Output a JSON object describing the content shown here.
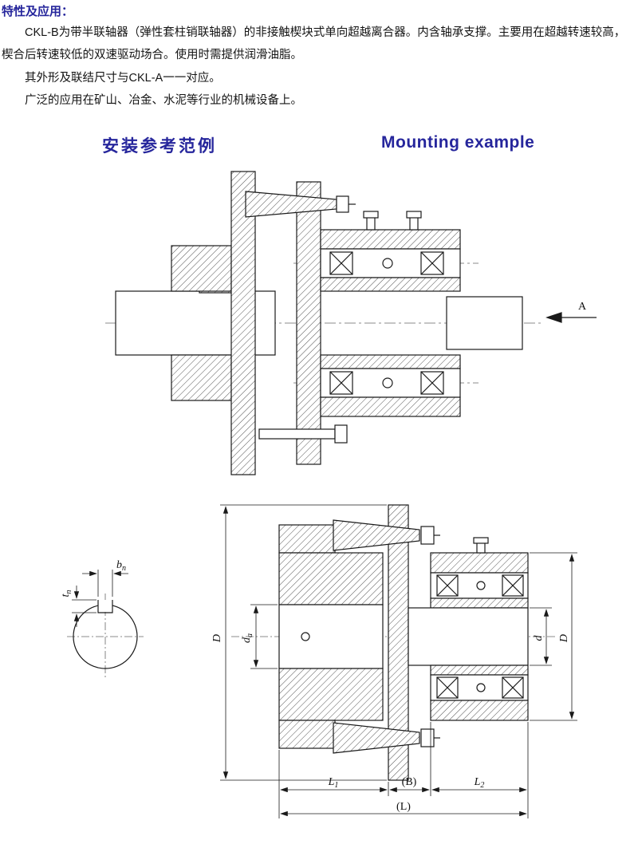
{
  "page": {
    "heading": "特性及应用：",
    "paragraphs": [
      "CKL-B为带半联轴器（弹性套柱销联轴器）的非接触楔块式单向超越离合器。内含轴承支撑。主要用在超越转速较高，楔合后转速较低的双速驱动场合。使用时需提供润滑油脂。",
      "其外形及联结尺寸与CKL-A一一对应。",
      "广泛的应用在矿山、冶金、水泥等行业的机械设备上。"
    ]
  },
  "sections": {
    "title_cn": "安装参考范例",
    "title_en": "Mounting example"
  },
  "figure": {
    "view_arrow_label": "A",
    "dims": {
      "outer_diameter_left": "D",
      "bore_left_base": "d",
      "bore_left_sub": "a",
      "bore_right": "d",
      "outer_diameter_right": "D",
      "length_left_base": "L",
      "length_left_sub": "1",
      "gap": "(B)",
      "length_right_base": "L",
      "length_right_sub": "2",
      "total_length": "(L)",
      "keyway_width_base": "b",
      "keyway_width_sub": "n",
      "keyway_depth_base": "t",
      "keyway_depth_sub": "n"
    }
  },
  "colors": {
    "accent": "#26269c",
    "line": "#1a1a1a"
  }
}
